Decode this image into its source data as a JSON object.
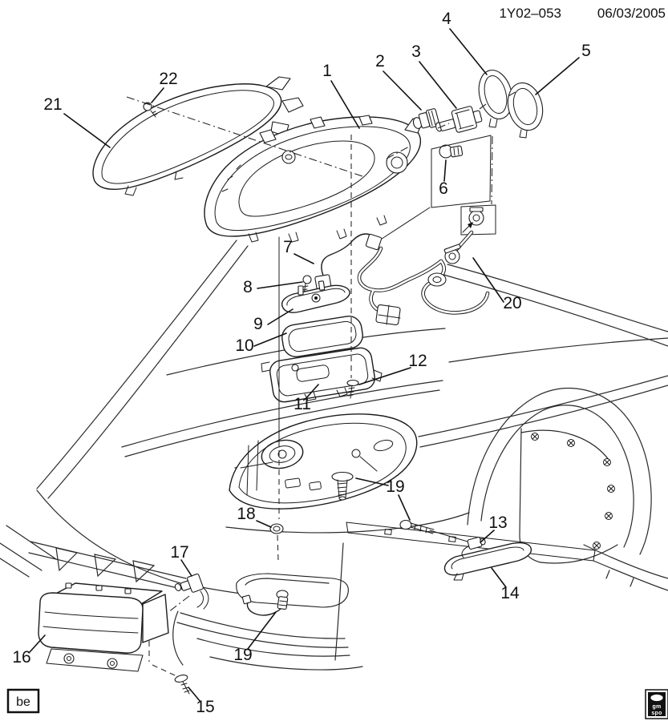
{
  "meta": {
    "drawing_number": "1Y02–053",
    "revision_date": "06/03/2005"
  },
  "callouts": {
    "c1": "1",
    "c2": "2",
    "c3": "3",
    "c4": "4",
    "c5": "5",
    "c6": "6",
    "c7": "7",
    "c8": "8",
    "c9": "9",
    "c10": "10",
    "c11": "11",
    "c12": "12",
    "c13": "13",
    "c14": "14",
    "c15": "15",
    "c16": "16",
    "c17": "17",
    "c18": "18",
    "c19a": "19",
    "c19b": "19",
    "c20": "20",
    "c21": "21",
    "c22": "22"
  },
  "corner_code": "be",
  "publisher_logo": {
    "line1": "gm",
    "line2": "spo"
  }
}
